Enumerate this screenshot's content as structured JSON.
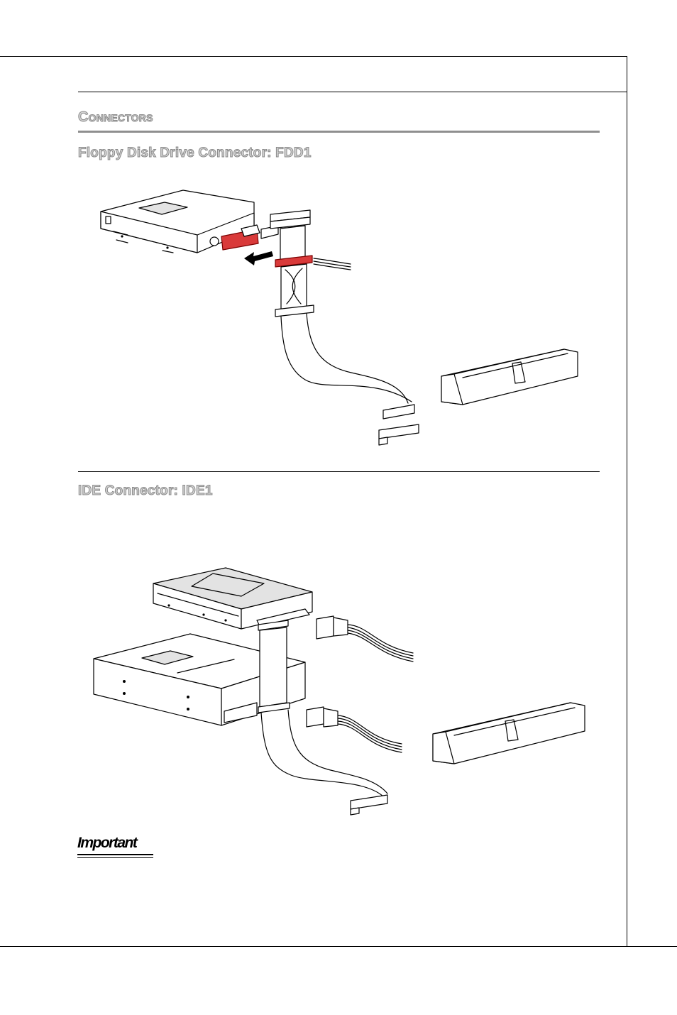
{
  "page": {
    "section_title": "Connectors",
    "fdd_heading": "Floppy Disk Drive Connector: FDD1",
    "ide_heading": "IDE Connector: IDE1",
    "important_label": "Important"
  },
  "colors": {
    "heading_fill": "#d3d3d3",
    "heading_outline": "#8a8a8a",
    "connector_highlight": "#d93a3a",
    "rule": "#000000"
  }
}
